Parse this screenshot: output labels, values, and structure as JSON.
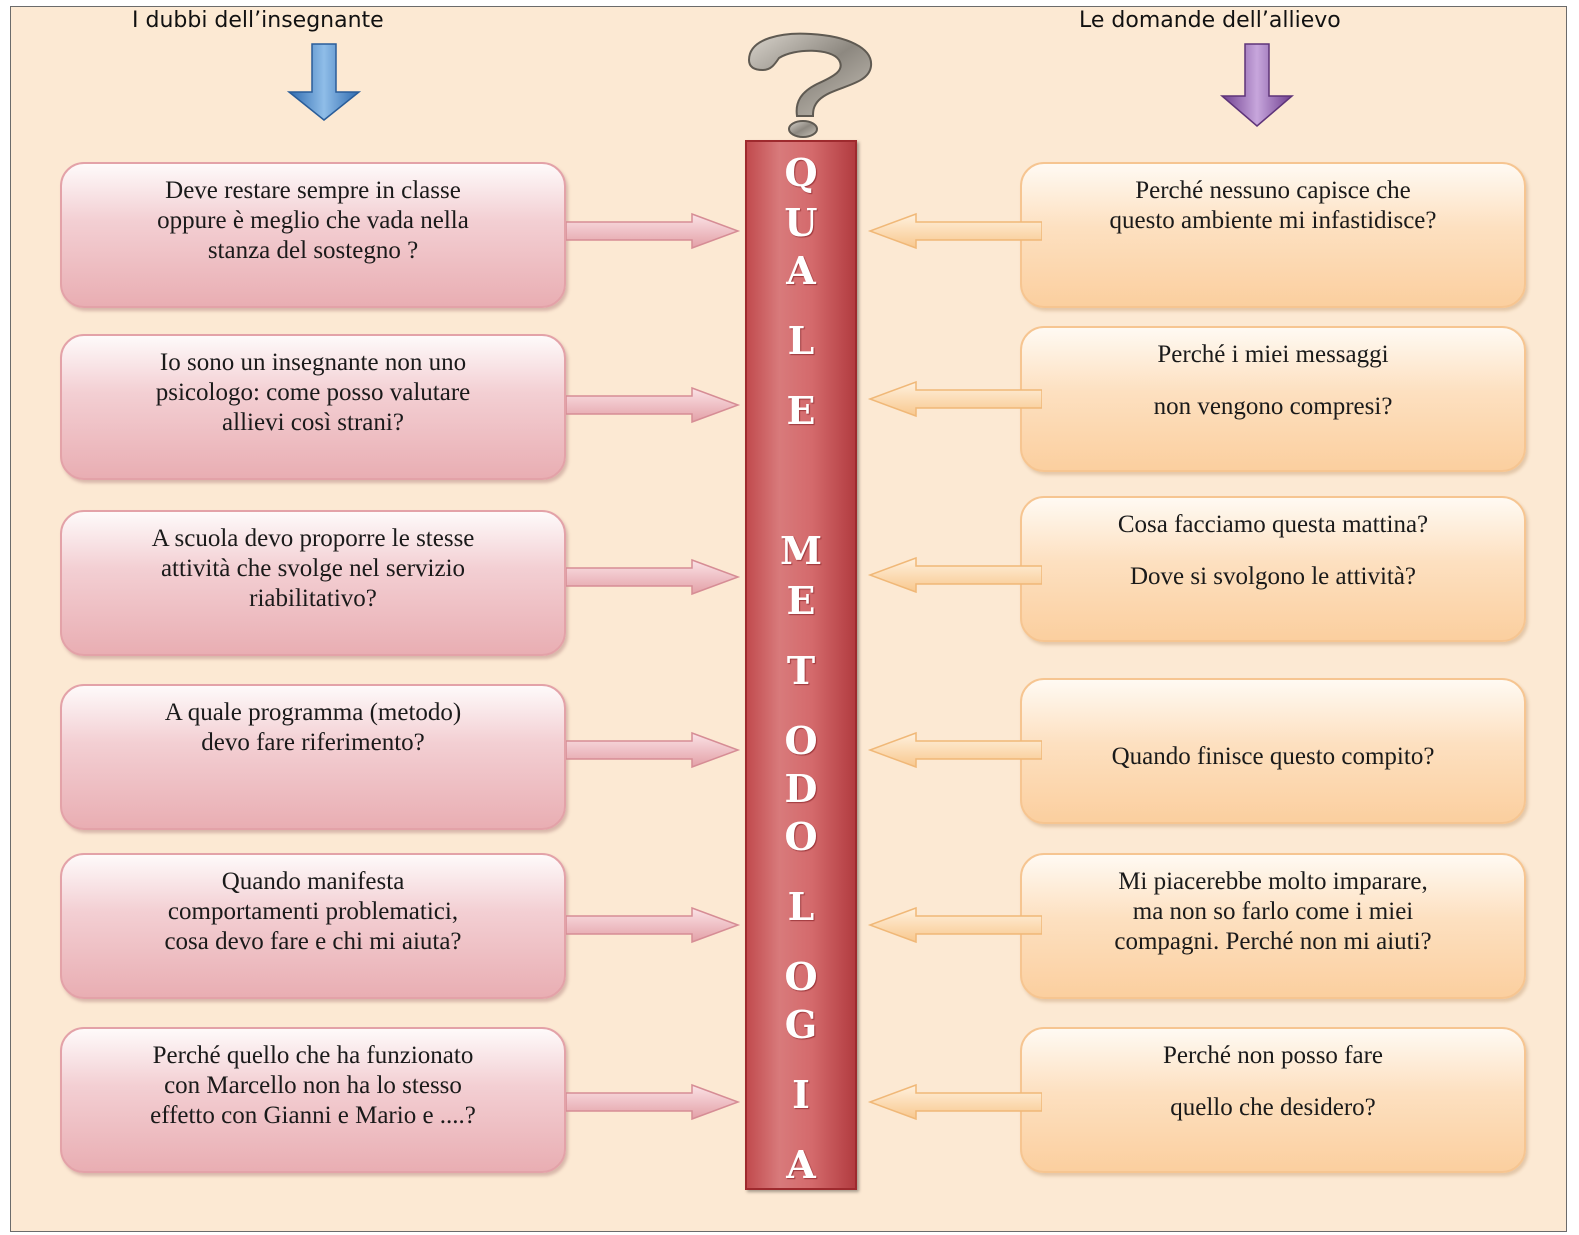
{
  "titles": {
    "left": "I dubbi dell’insegnante",
    "right": "Le domande dell’allievo"
  },
  "center_bar": {
    "letters": [
      "Q",
      "U",
      "A",
      "L",
      "E",
      "M",
      "E",
      "T",
      "O",
      "D",
      "O",
      "L",
      "O",
      "G",
      "I",
      "A"
    ]
  },
  "teacher_doubts": [
    {
      "lines": [
        "Deve restare sempre in classe",
        "oppure è meglio che vada nella",
        "stanza del sostegno ?"
      ]
    },
    {
      "lines": [
        "Io sono un insegnante non uno",
        "psicologo: come posso valutare",
        "allievi così strani?"
      ]
    },
    {
      "lines": [
        "A scuola devo proporre le stesse",
        "attività che svolge nel servizio",
        "riabilitativo?"
      ]
    },
    {
      "lines": [
        "A quale programma (metodo)",
        "devo fare riferimento?"
      ]
    },
    {
      "lines": [
        "Quando manifesta",
        "comportamenti problematici,",
        "cosa devo fare e chi mi aiuta?"
      ]
    },
    {
      "lines": [
        "Perché quello che ha funzionato",
        "con Marcello non ha lo stesso",
        "effetto con Gianni e Mario e ....?"
      ]
    }
  ],
  "student_questions": [
    {
      "lines": [
        "Perché nessuno capisce che",
        "questo ambiente mi infastidisce?"
      ]
    },
    {
      "lines": [
        "Perché i miei messaggi",
        "non vengono compresi?"
      ]
    },
    {
      "lines": [
        "Cosa facciamo questa mattina?",
        "Dove si svolgono le attività?"
      ]
    },
    {
      "lines": [
        "Quando finisce questo compito?"
      ]
    },
    {
      "lines": [
        "Mi piacerebbe molto imparare,",
        "ma non so farlo come i miei",
        "compagni. Perché non mi aiuti?"
      ]
    },
    {
      "lines": [
        "Perché non posso fare",
        "quello che desidero?"
      ]
    }
  ],
  "colors": {
    "background": "#fce9d3",
    "teacher_box": "#e9aeb3",
    "student_box": "#fbcf9f",
    "bar": "#c14b4e",
    "left_arrow": "#3f7fc4",
    "right_arrow": "#8a5aa6"
  },
  "icons": {
    "left_header": "down-arrow-icon",
    "right_header": "down-arrow-icon",
    "center": "question-mark-icon"
  }
}
